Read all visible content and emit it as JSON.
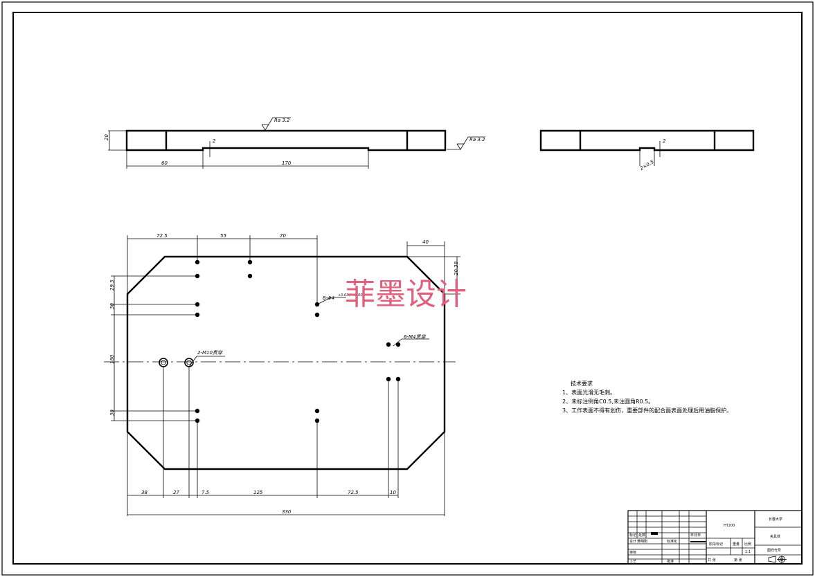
{
  "watermark": "菲墨设计",
  "views": {
    "front": {
      "surface_top": "Ra 3.2",
      "surface_right": "Ra 3.2",
      "dim_height": "20",
      "dim_left": "60",
      "dim_slot": "170",
      "dim_depth": "2"
    },
    "side": {
      "dim_depth": "2",
      "groove_label": "2×0.5"
    },
    "plan": {
      "top_dims": [
        "72.5",
        "55",
        "70"
      ],
      "chamfer_w": "40",
      "chamfer_h": "20.38",
      "left_dims": [
        "29.5",
        "30",
        "180",
        "30"
      ],
      "bottom_dims": [
        "38",
        "27",
        "7.5",
        "125",
        "72.5",
        "10"
      ],
      "overall_width": "330",
      "callout_phi4": "8-Φ4",
      "callout_phi4_tol": "+0.03 / +0.00",
      "callout_m4": "6-M4贯穿",
      "callout_m10": "2-M10贯穿"
    }
  },
  "tech_requirements": {
    "title": "技术要求",
    "items": [
      "1、表面光滑无毛刺。",
      "2、未标注倒角C0.5,未注圆角R0.5。",
      "3、工作表面不得有划伤，重要部件的配合面表面处理后用油脂保护。"
    ]
  },
  "title_block": {
    "material": "HT200",
    "school": "长春大学",
    "part_name": "夹具体",
    "drawing_no_label": "图样代号",
    "design_label": "设计",
    "designer": "吴明刚",
    "standardize_label": "标准化",
    "review_label": "审核",
    "process_label": "工艺",
    "approve_label": "批准",
    "mark_label": "标记",
    "count_label": "处数",
    "date_label": "年月日",
    "stage_label": "阶段标记",
    "weight_label": "重量",
    "scale_label": "比例",
    "scale": "1:1",
    "sheet_total": "共 张",
    "sheet_no": "第 张"
  }
}
